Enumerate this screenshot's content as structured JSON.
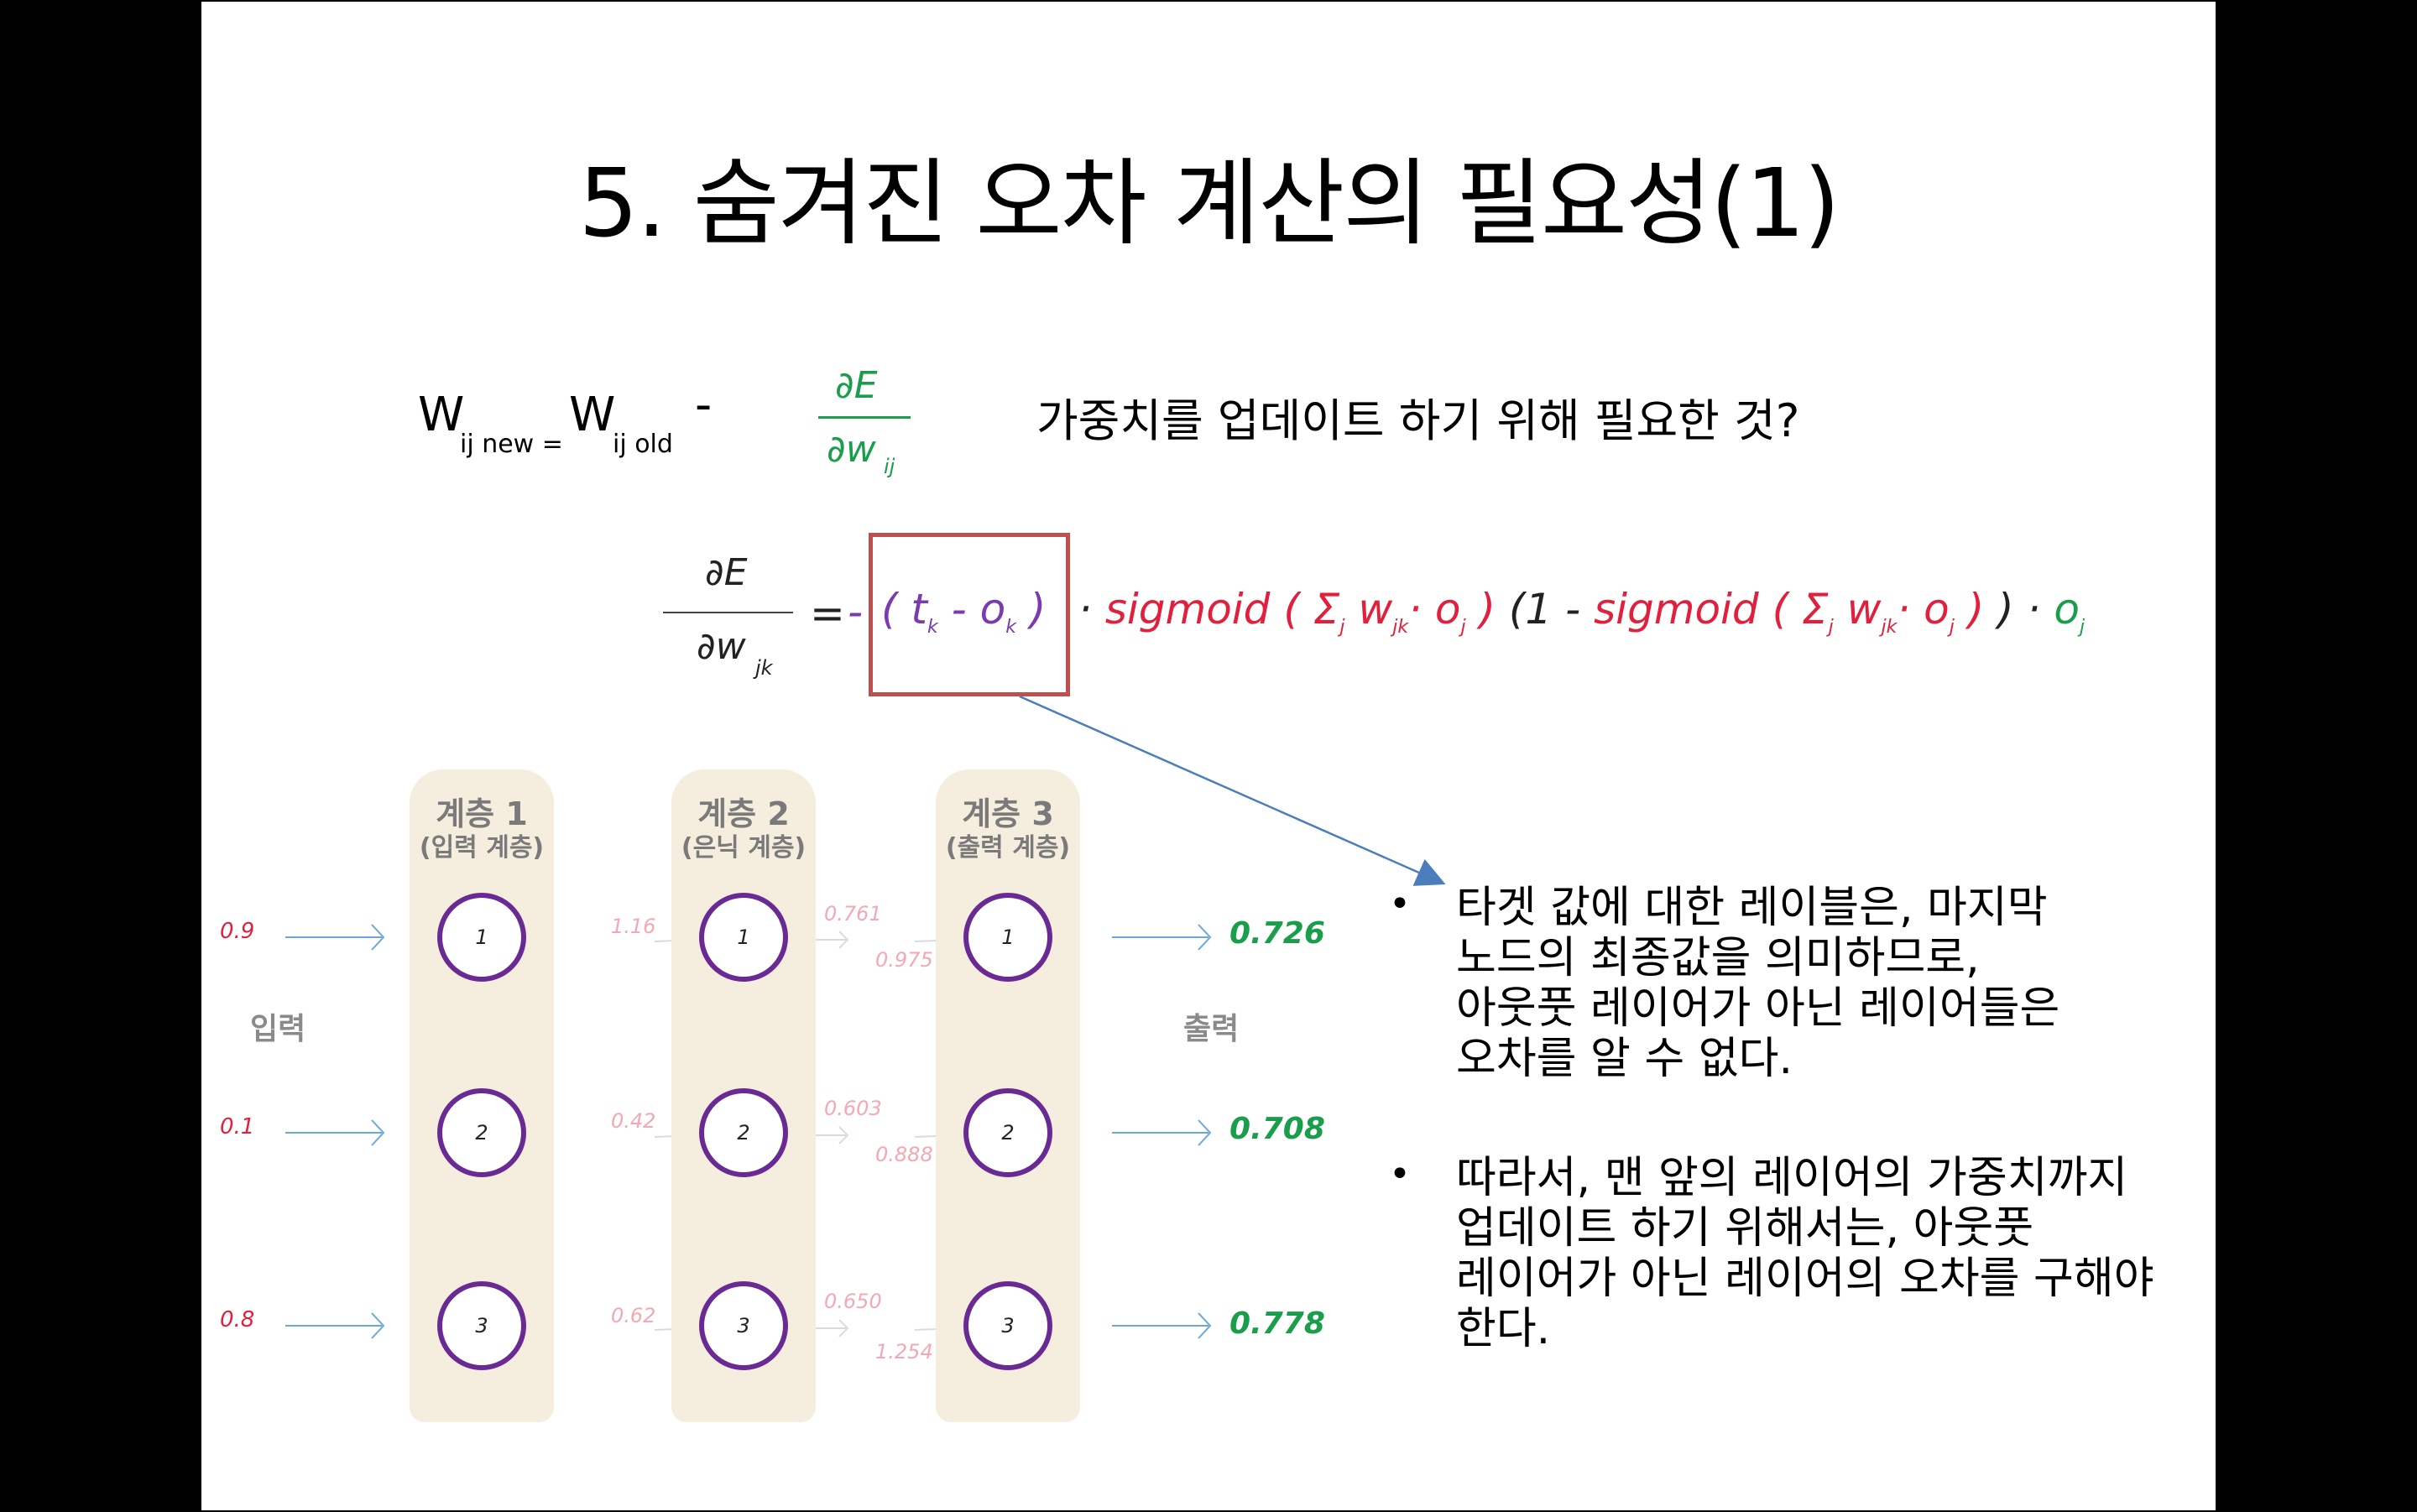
{
  "slide": {
    "title": "5. 숨겨진 오차 계산의 필요성(1)",
    "update_rule": {
      "w_new": "W",
      "w_new_sub": "ij new =",
      "w_old": "W",
      "w_old_sub": "ij  old",
      "minus": "-",
      "grad_num": "∂E",
      "grad_den": "∂w",
      "grad_den_sub": "ij",
      "question": "가중치를 업데이트 하기 위해 필요한 것?"
    },
    "derivative": {
      "num": "∂E",
      "den": "∂w",
      "den_sub": "jk",
      "equals": "=",
      "neg": "-",
      "error_term": "( t",
      "t_sub": "k",
      "minus_o": " - o",
      "o_sub": "k",
      "close": " )",
      "dot1": "·",
      "sigmoid1": "sigmoid ( Σ",
      "sig1_sub_j": "j",
      "sig1_w": " w",
      "sig1_w_sub": "jk",
      "sig1_o": "· o",
      "sig1_o_sub": "j",
      "sig1_close": " )",
      "one_minus": " (1 - ",
      "sigmoid2": "sigmoid ( Σ",
      "sig2_sub_j": "j",
      "sig2_w": " w",
      "sig2_w_sub": "jk",
      "sig2_o": "· o",
      "sig2_o_sub": "j",
      "sig2_close": " ) ",
      "outer_close": ") ·",
      "o_j": " o",
      "o_j_sub": "j"
    },
    "colors": {
      "highlight_box": "#c0504d",
      "arrow": "#4a7ebb",
      "green": "#1a9e4b",
      "red": "#e0203c",
      "purple": "#7a3bb0",
      "layer_bg": "#f5eedf",
      "node_border": "#6a2a93"
    },
    "network": {
      "input_label": "입력",
      "output_label": "출력",
      "layers": [
        {
          "title": "계층 1",
          "subtitle": "(입력 계층)",
          "nodes": [
            "1",
            "2",
            "3"
          ]
        },
        {
          "title": "계층 2",
          "subtitle": "(은닉 계층)",
          "nodes": [
            "1",
            "2",
            "3"
          ]
        },
        {
          "title": "계층 3",
          "subtitle": "(출력 계층)",
          "nodes": [
            "1",
            "2",
            "3"
          ]
        }
      ],
      "inputs": [
        "0.9",
        "0.1",
        "0.8"
      ],
      "hidden_inputs": [
        "1.16",
        "0.42",
        "0.62"
      ],
      "hidden_outputs": [
        "0.761",
        "0.603",
        "0.650"
      ],
      "output_inputs": [
        "0.975",
        "0.888",
        "1.254"
      ],
      "outputs": [
        "0.726",
        "0.708",
        "0.778"
      ]
    },
    "bullets": [
      {
        "lines": [
          "타겟 값에 대한 레이블은, 마지막",
          "노드의 최종값을 의미하므로,",
          "아웃풋 레이어가 아닌 레이어들은",
          "오차를 알 수 없다."
        ]
      },
      {
        "lines": [
          "따라서, 맨 앞의 레이어의 가중치까지",
          "업데이트 하기 위해서는, 아웃풋",
          "레이어가 아닌 레이어의 오차를 구해야",
          "한다."
        ]
      }
    ],
    "bullet_symbol": "•"
  }
}
